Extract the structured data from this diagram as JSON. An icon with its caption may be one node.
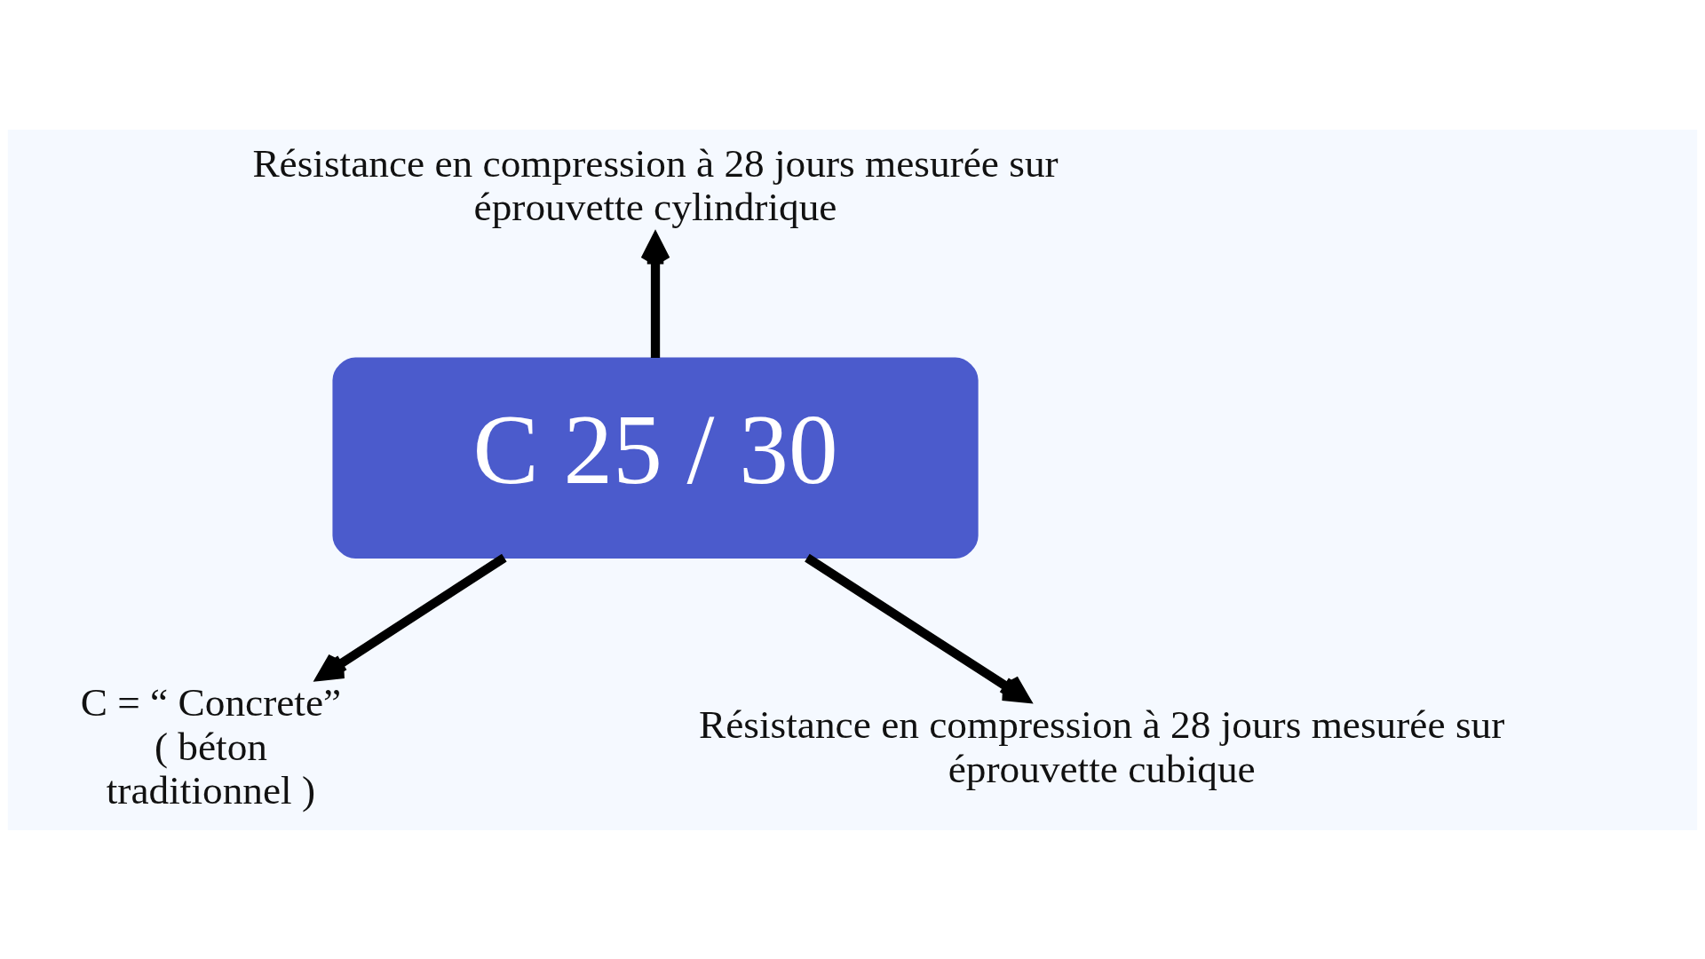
{
  "diagram": {
    "nodes": [
      {
        "text": [
          "C 25 / 30"
        ]
      },
      {
        "text": [
          "Résistance en compression à 28 jours mesurée sur éprouvette cylindrique"
        ]
      },
      {
        "text": [
          "C = “ Concrete” ( béton traditionnel )"
        ]
      },
      {
        "text": [
          "Résistance en compression à 28 jours mesurée sur éprouvette cubique"
        ]
      }
    ],
    "edges": [
      {
        "from": 0,
        "to": 1,
        "arrow": "to"
      },
      {
        "from": 0,
        "to": 2,
        "arrow": "to"
      },
      {
        "from": 0,
        "to": 3,
        "arrow": "to"
      }
    ]
  }
}
